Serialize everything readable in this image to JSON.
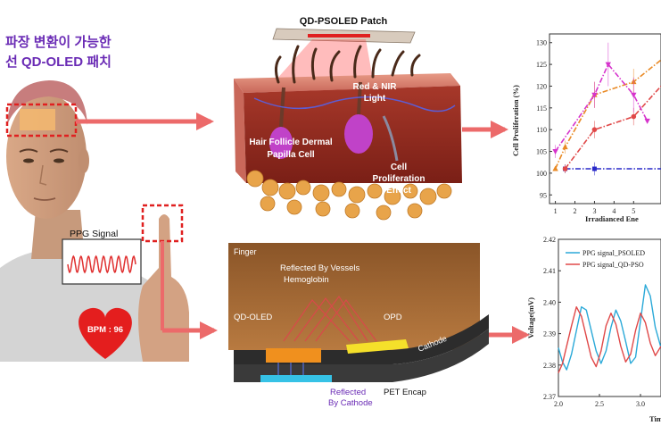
{
  "title_korean": {
    "line1": "파장 변환이 가능한",
    "line2": "선 QD-OLED 패치"
  },
  "person": {
    "ppg_label": "PPG Signal",
    "bpm": "BPM : 96"
  },
  "skin": {
    "patch_label": "QD-PSOLED Patch",
    "light": [
      "Red & NIR",
      "Light"
    ],
    "follicle": [
      "Hair Follicle Dermal",
      "Papilla Cell"
    ],
    "effect": [
      "Cell",
      "Proliferation",
      "Effect"
    ]
  },
  "device": {
    "finger": "Finger",
    "reflected_vessels": [
      "Reflected By Vessels",
      "Hemoglobin"
    ],
    "qd_oled": "QD-OLED",
    "opd": "OPD",
    "cathode": "Cathode",
    "pet": "PET Encap",
    "reflected_cathode": [
      "Reflected",
      "By Cathode"
    ]
  },
  "colors": {
    "arrow": "#ec6a6a",
    "title_purple": "#6a2bb5",
    "cyan": "#2aa9d8",
    "red": "#e04848",
    "magenta": "#d633cc",
    "orange": "#e98a25",
    "blue": "#2828c8"
  },
  "chart_data": [
    {
      "type": "line",
      "ylabel": "Cell Proliferation (%)",
      "xlabel": "Irradianced Ene",
      "xlim": [
        0.7,
        6.4
      ],
      "ylim": [
        93,
        132
      ],
      "xticks": [
        "1",
        "2",
        "3",
        "4",
        "5"
      ],
      "yticks": [
        "95",
        "100",
        "105",
        "110",
        "115",
        "120",
        "125",
        "130"
      ],
      "series": [
        {
          "color": "#2828c8",
          "x": [
            1.5,
            3,
            6.4
          ],
          "y": [
            101,
            101,
            101
          ],
          "err": [
            1,
            1.5,
            0
          ],
          "marker": "square",
          "dash": "dashdot"
        },
        {
          "color": "#e04848",
          "x": [
            1.5,
            3,
            5,
            6.4
          ],
          "y": [
            101,
            110,
            113,
            120
          ],
          "err": [
            1,
            2,
            2,
            0
          ],
          "marker": "circle",
          "dash": "dashdot"
        },
        {
          "color": "#e98a25",
          "x": [
            1,
            1.5,
            3,
            5,
            6.4
          ],
          "y": [
            101,
            106,
            118,
            121,
            126
          ],
          "err": [
            0,
            1.5,
            3,
            3,
            0
          ],
          "marker": "triangle",
          "dash": "dashdot"
        },
        {
          "color": "#d633cc",
          "x": [
            1,
            3,
            3.7,
            5,
            5.7
          ],
          "y": [
            105,
            118,
            125,
            118,
            112
          ],
          "err": [
            1.5,
            3,
            5,
            4,
            0
          ],
          "marker": "tri-down",
          "dash": "dashdot"
        }
      ]
    },
    {
      "type": "line",
      "ylabel": "Voltage(mV)",
      "xlabel": "Time",
      "xlim": [
        2.0,
        3.25
      ],
      "ylim": [
        2.37,
        2.42
      ],
      "xticks": [
        "2.0",
        "2.5",
        "3.0"
      ],
      "yticks": [
        "2.37",
        "2.38",
        "2.39",
        "2.40",
        "2.41",
        "2.42"
      ],
      "series": [
        {
          "name": "PPG signal_PSOLED",
          "color": "#2aa9d8",
          "x": [
            2.0,
            2.05,
            2.1,
            2.16,
            2.22,
            2.28,
            2.34,
            2.4,
            2.46,
            2.52,
            2.58,
            2.64,
            2.7,
            2.76,
            2.82,
            2.88,
            2.94,
            3.0,
            3.06,
            3.12,
            3.18,
            3.25
          ],
          "y": [
            2.3855,
            2.381,
            2.3785,
            2.3835,
            2.391,
            2.3985,
            2.3975,
            2.391,
            2.3845,
            2.3805,
            2.3845,
            2.392,
            2.3975,
            2.394,
            2.3875,
            2.3805,
            2.3825,
            2.394,
            2.4055,
            2.402,
            2.392,
            2.3855
          ]
        },
        {
          "name": "PPG signal_QD-PSO",
          "color": "#e04848",
          "x": [
            2.0,
            2.05,
            2.1,
            2.16,
            2.22,
            2.28,
            2.34,
            2.4,
            2.46,
            2.52,
            2.58,
            2.64,
            2.7,
            2.76,
            2.82,
            2.88,
            2.94,
            3.0,
            3.06,
            3.12,
            3.18,
            3.25
          ],
          "y": [
            2.3775,
            2.3805,
            2.386,
            2.3925,
            2.3985,
            2.3955,
            2.389,
            2.3825,
            2.3795,
            2.3845,
            2.3925,
            2.3965,
            2.393,
            2.386,
            2.381,
            2.3835,
            2.391,
            2.3965,
            2.3935,
            2.387,
            2.383,
            2.386
          ]
        }
      ]
    }
  ]
}
